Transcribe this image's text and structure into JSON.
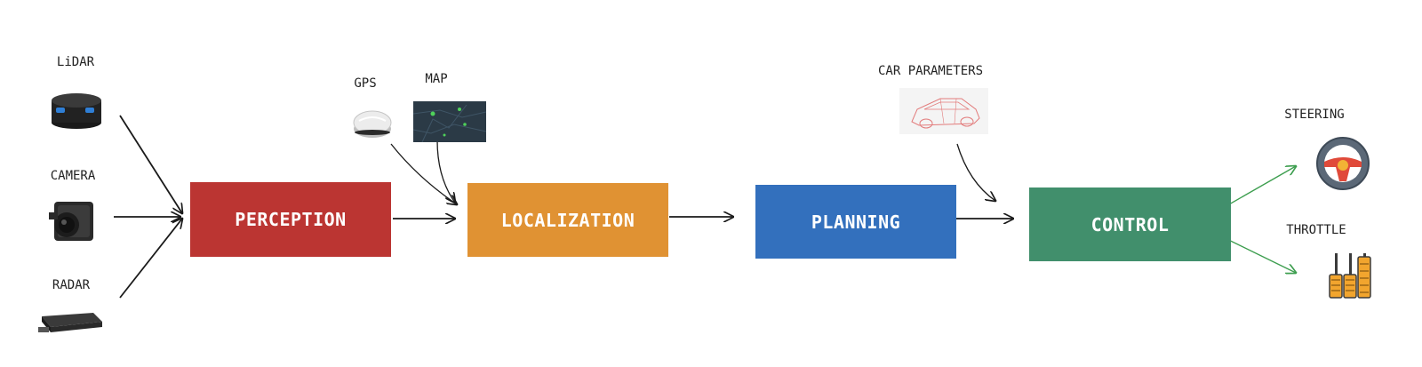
{
  "inputs": {
    "lidar": "LiDAR",
    "camera": "CAMERA",
    "radar": "RADAR",
    "gps": "GPS",
    "map": "MAP",
    "car_parameters": "CAR PARAMETERS"
  },
  "stages": {
    "perception": "PERCEPTION",
    "localization": "LOCALIZATION",
    "planning": "PLANNING",
    "control": "CONTROL"
  },
  "outputs": {
    "steering": "STEERING",
    "throttle": "THROTTLE"
  },
  "colors": {
    "perception": "#bb3532",
    "localization": "#e09233",
    "planning": "#3370bd",
    "control": "#418f6c",
    "arrow": "#1a1a1a",
    "output_arrow": "#3d9e4f"
  },
  "icons": [
    "lidar-sensor-icon",
    "camera-module-icon",
    "radar-unit-icon",
    "gps-puck-icon",
    "map-thumbnail-icon",
    "car-wireframe-icon",
    "steering-wheel-icon",
    "pedals-icon"
  ]
}
